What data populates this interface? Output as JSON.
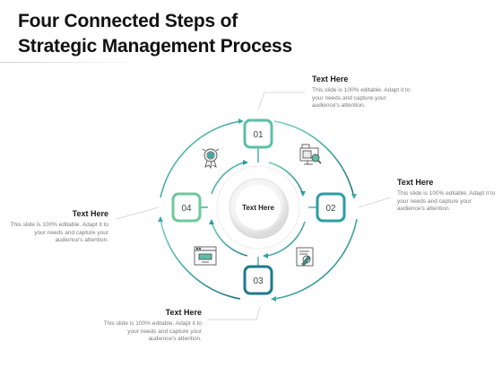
{
  "title_line1": "Four Connected Steps of",
  "title_line2": "Strategic Management Process",
  "center_label": "Text Here",
  "steps": [
    {
      "number": "01",
      "heading": "Text Here",
      "body": "This slide is 100% editable. Adapt it to your needs and capture your audience's attention.",
      "icon": "certificate-icon",
      "color": "#5bbfa8"
    },
    {
      "number": "02",
      "heading": "Text Here",
      "body": "This slide is 100% editable. Adapt it to your needs and capture your audience's attention.",
      "icon": "monitor-search-icon",
      "color": "#2a9da6"
    },
    {
      "number": "03",
      "heading": "Text Here",
      "body": "This slide is 100% editable. Adapt it to your needs and capture your audience's attention.",
      "icon": "document-pen-icon",
      "color": "#1f7a8c"
    },
    {
      "number": "04",
      "heading": "Text Here",
      "body": "This slide is 100% editable. Adapt it to your needs and capture your audience's attention.",
      "icon": "browser-window-icon",
      "color": "#6cc99a"
    }
  ]
}
